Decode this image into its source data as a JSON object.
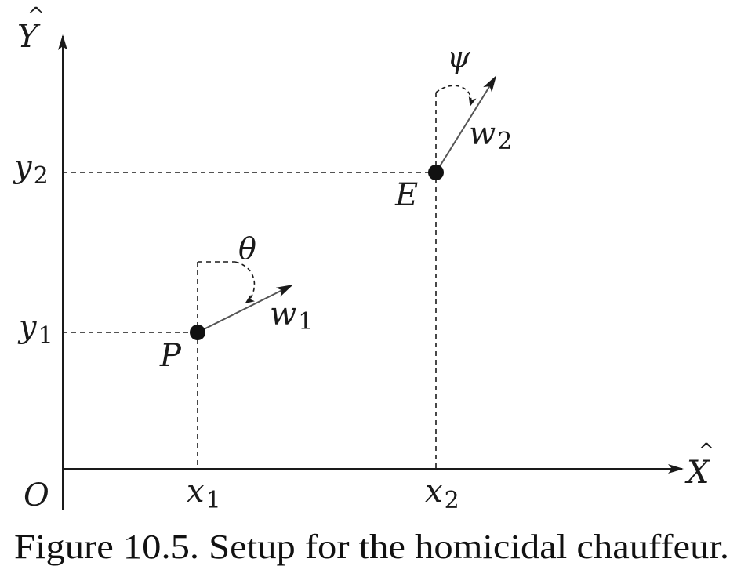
{
  "axes": {
    "y_label": "Y",
    "x_label": "X",
    "origin_label": "O",
    "hat": "^"
  },
  "ticks": {
    "y1": {
      "base": "y",
      "sub": "1"
    },
    "y2": {
      "base": "y",
      "sub": "2"
    },
    "x1": {
      "base": "x",
      "sub": "1"
    },
    "x2": {
      "base": "x",
      "sub": "2"
    }
  },
  "points": {
    "pursuer": {
      "label": "P",
      "velocity": {
        "base": "w",
        "sub": "1"
      },
      "angle": "θ"
    },
    "evader": {
      "label": "E",
      "velocity": {
        "base": "w",
        "sub": "2"
      },
      "angle": "ψ"
    }
  },
  "caption": "Figure 10.5.  Setup for the homicidal chauffeur.",
  "colors": {
    "ink": "#1a1a1a",
    "vector": "#555555"
  }
}
